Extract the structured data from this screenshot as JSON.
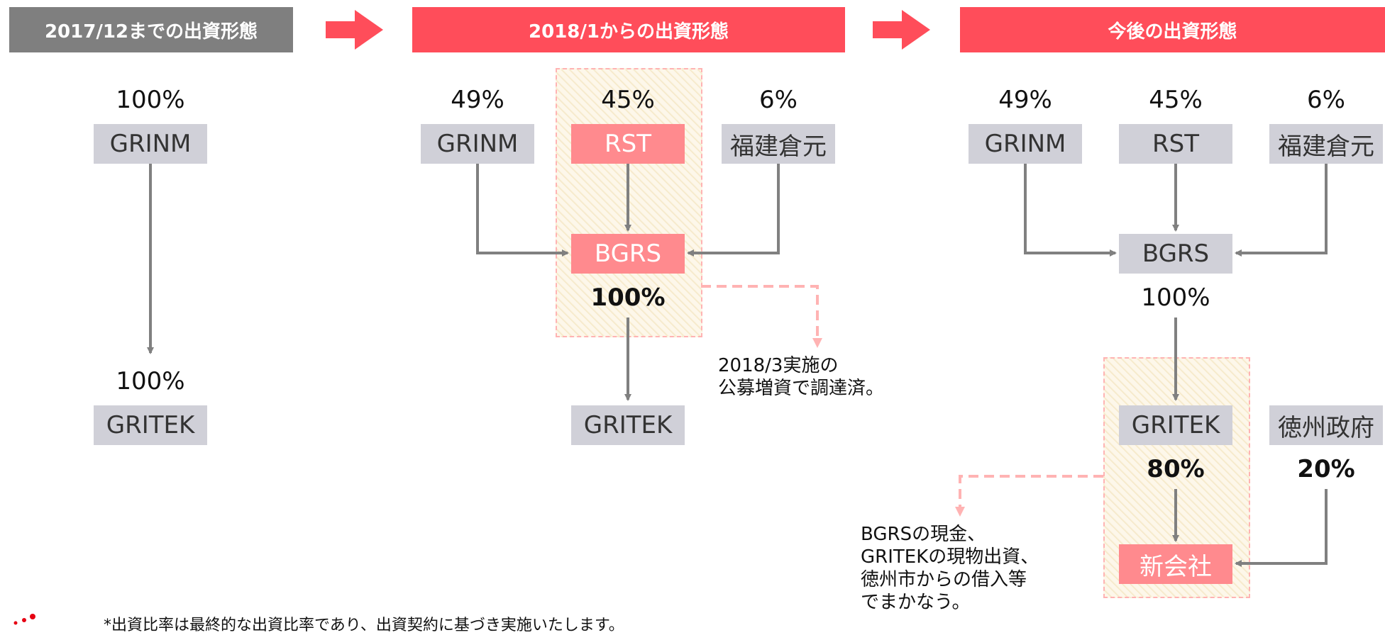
{
  "headers": {
    "h1": "2017/12までの出資形態",
    "h2": "2018/1からの出資形態",
    "h3": "今後の出資形態"
  },
  "col1": {
    "top_pct": "100%",
    "top": "GRINM",
    "bottom_pct": "100%",
    "bottom": "GRITEK"
  },
  "col2": {
    "p1": "49%",
    "e1": "GRINM",
    "p2": "45%",
    "e2": "RST",
    "p3": "6%",
    "e3": "福建倉元",
    "mid": "BGRS",
    "mid_pct": "100%",
    "bottom": "GRITEK",
    "note": "2018/3実施の\n公募増資で調達済。"
  },
  "col3": {
    "p1": "49%",
    "e1": "GRINM",
    "p2": "45%",
    "e2": "RST",
    "p3": "6%",
    "e3": "福建倉元",
    "mid": "BGRS",
    "mid_pct": "100%",
    "gritek": "GRITEK",
    "gritek_pct": "80%",
    "gov": "徳州政府",
    "gov_pct": "20%",
    "newco": "新会社",
    "note": "BGRSの現金、\nGRITEKの現物出資、\n徳州市からの借入等\nでまかなう。"
  },
  "footnote": "*出資比率は最終的な出資比率であり、出資契約に基づき実施いたします。",
  "colors": {
    "red": "#ff4d5a",
    "pink_box": "#ff8a8e",
    "gray_box": "#d0d0d8",
    "arrow": "#808080",
    "dashed": "#ffb3b3"
  }
}
